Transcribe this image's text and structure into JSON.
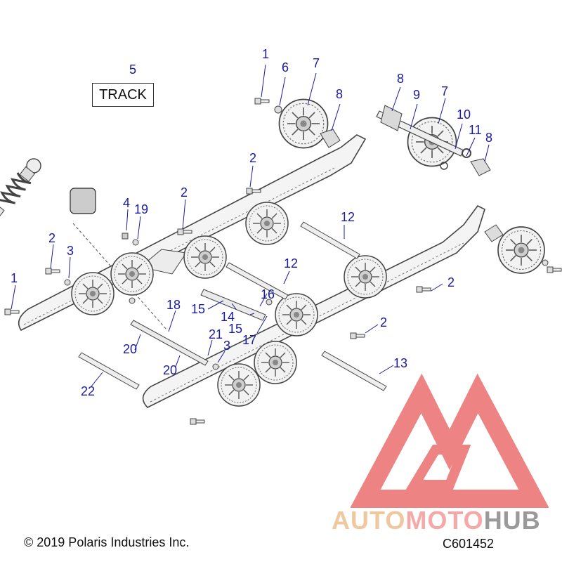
{
  "diagram": {
    "track_label": "TRACK",
    "copyright": "© 2019 Polaris Industries Inc.",
    "figure_code": "C601452",
    "watermark": {
      "part1": "AUTO",
      "part2": "MOTO",
      "part3": "HUB"
    },
    "colors": {
      "callout": "#1a1aa0",
      "part_stroke": "#444444",
      "part_fill": "#e9e9e9",
      "watermark_red": "#e85a5a"
    },
    "callouts": {
      "c1": "5",
      "c2": "1",
      "c3": "6",
      "c4": "7",
      "c5": "8",
      "c6": "8",
      "c7": "9",
      "c8": "7",
      "c9": "10",
      "c10": "11",
      "c11": "8",
      "c12": "2",
      "c13": "2",
      "c14": "4",
      "c15": "19",
      "c16": "2",
      "c17": "3",
      "c18": "1",
      "c19": "12",
      "c20": "12",
      "c21": "16",
      "c22": "2",
      "c23": "18",
      "c24": "15",
      "c25": "14",
      "c26": "15",
      "c27": "21",
      "c28": "17",
      "c29": "2",
      "c30": "20",
      "c31": "3",
      "c32": "20",
      "c33": "13",
      "c34": "22"
    }
  }
}
